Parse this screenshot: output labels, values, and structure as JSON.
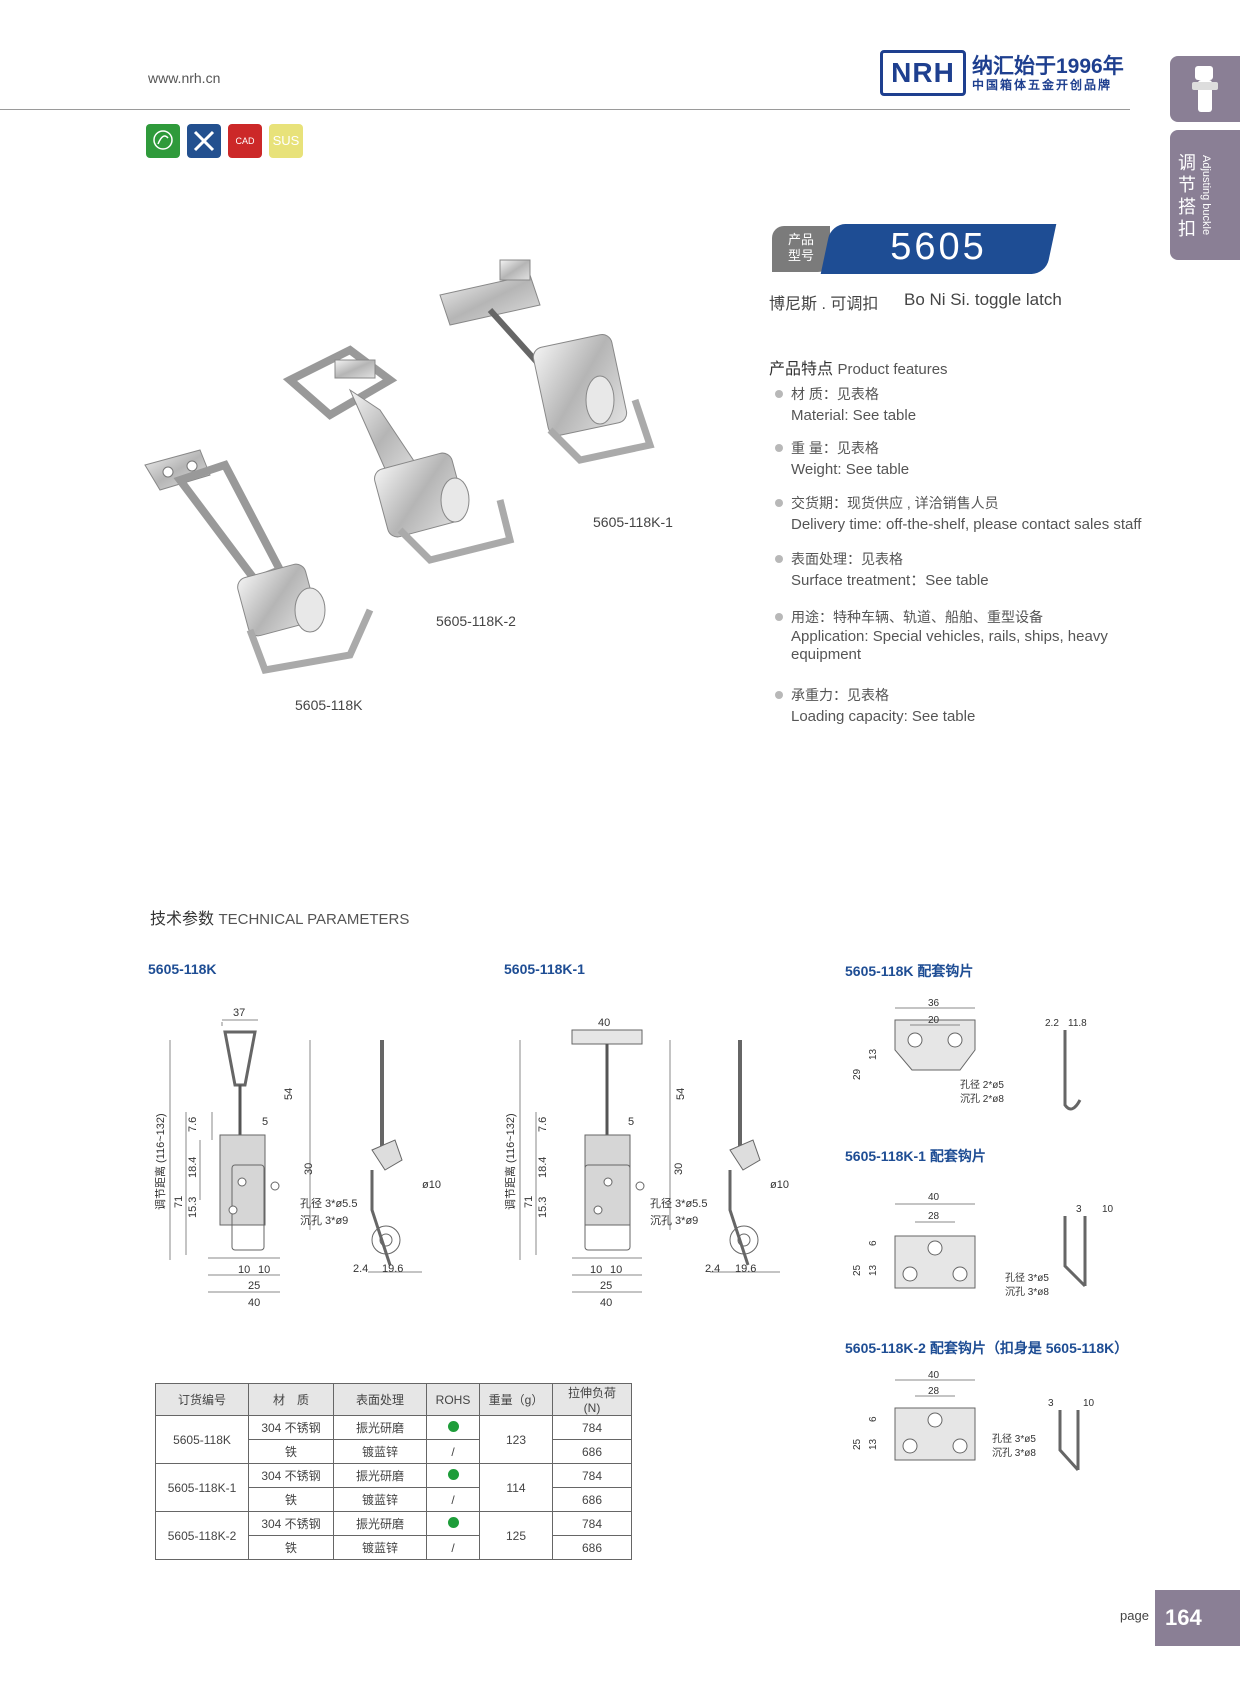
{
  "header": {
    "url": "www.nrh.cn",
    "logo": "NRH",
    "brand_cn": "纳汇",
    "slogan": "始于1996年",
    "tagline": "中国箱体五金开创品牌"
  },
  "badges": [
    {
      "name": "eco-badge",
      "label": "",
      "color": "#2f9a3b"
    },
    {
      "name": "tools-badge",
      "label": "",
      "color": "#23508f"
    },
    {
      "name": "cad-badge",
      "label": "CAD",
      "color": "#cc2828"
    },
    {
      "name": "sus-badge",
      "label": "SUS",
      "color": "#e8e27a"
    }
  ],
  "side_tab": {
    "cn": "调节搭扣",
    "en": "Adjusting buckle"
  },
  "product": {
    "tag": "产品型号",
    "tag_line1": "产品",
    "tag_line2": "型号",
    "model": "5605",
    "name_cn": "博尼斯 . 可调扣",
    "name_en": "Bo Ni Si. toggle latch"
  },
  "features": {
    "title_cn": "产品特点",
    "title_en": "Product features",
    "items": [
      {
        "cn": "材  质：见表格",
        "en": "Material: See table"
      },
      {
        "cn": "重  量：见表格",
        "en": "Weight: See table"
      },
      {
        "cn": "交货期：现货供应 , 详洽销售人员",
        "en": "Delivery time: off-the-shelf, please contact sales staff"
      },
      {
        "cn": "表面处理：见表格",
        "en": "Surface treatment：See table"
      },
      {
        "cn": "用途：特种车辆、轨道、船舶、重型设备",
        "en": "Application: Special vehicles, rails, ships, heavy equipment"
      },
      {
        "cn": "承重力：见表格",
        "en": "Loading capacity: See table"
      }
    ]
  },
  "photos": {
    "cap1": "5605-118K",
    "cap2": "5605-118K-2",
    "cap3": "5605-118K-1"
  },
  "tech": {
    "title_cn": "技术参数",
    "title_en": "TECHNICAL PARAMETERS",
    "d1_label": "5605-118K",
    "d2_label": "5605-118K-1",
    "d3_label": "5605-118K 配套钩片",
    "d4_label": "5605-118K-1 配套钩片",
    "d5_label": "5605-118K-2 配套钩片（扣身是 5605-118K）",
    "dims": {
      "w37": "37",
      "w40": "40",
      "h54": "54",
      "h5": "5",
      "h76": "7.6",
      "h30": "30",
      "h184": "18.4",
      "h153": "15.3",
      "h71": "71",
      "adj": "调节距离 (116~132)",
      "hole1": "孔径 3*ø5.5",
      "hole2": "沉孔 3*ø9",
      "d10": "ø10",
      "b10a": "10",
      "b10b": "10",
      "b25": "25",
      "b40": "40",
      "s24": "2.4",
      "s196": "19.6",
      "k36": "36",
      "k20": "20",
      "k29": "29",
      "k13": "13",
      "k22": "2.2",
      "k118": "11.8",
      "khole1": "孔径 2*ø5",
      "khole2": "沉孔 2*ø8",
      "m40": "40",
      "m28": "28",
      "m25": "25",
      "m13": "13",
      "m6": "6",
      "m3": "3",
      "m10": "10",
      "mhole1": "孔径 3*ø5",
      "mhole2": "沉孔 3*ø8"
    }
  },
  "table": {
    "headers": [
      "订货编号",
      "材　质",
      "表面处理",
      "ROHS",
      "重量（g）",
      "拉伸负荷 (N)"
    ],
    "rows": [
      {
        "code": "5605-118K",
        "weight": "123",
        "a": {
          "mat": "304 不锈钢",
          "surf": "振光研磨",
          "rohs": "green",
          "load": "784"
        },
        "b": {
          "mat": "铁",
          "surf": "镀蓝锌",
          "rohs": "/",
          "load": "686"
        }
      },
      {
        "code": "5605-118K-1",
        "weight": "114",
        "a": {
          "mat": "304 不锈钢",
          "surf": "振光研磨",
          "rohs": "green",
          "load": "784"
        },
        "b": {
          "mat": "铁",
          "surf": "镀蓝锌",
          "rohs": "/",
          "load": "686"
        }
      },
      {
        "code": "5605-118K-2",
        "weight": "125",
        "a": {
          "mat": "304 不锈钢",
          "surf": "振光研磨",
          "rohs": "green",
          "load": "784"
        },
        "b": {
          "mat": "铁",
          "surf": "镀蓝锌",
          "rohs": "/",
          "load": "686"
        }
      }
    ]
  },
  "footer": {
    "page_label": "page",
    "page_num": "164"
  }
}
